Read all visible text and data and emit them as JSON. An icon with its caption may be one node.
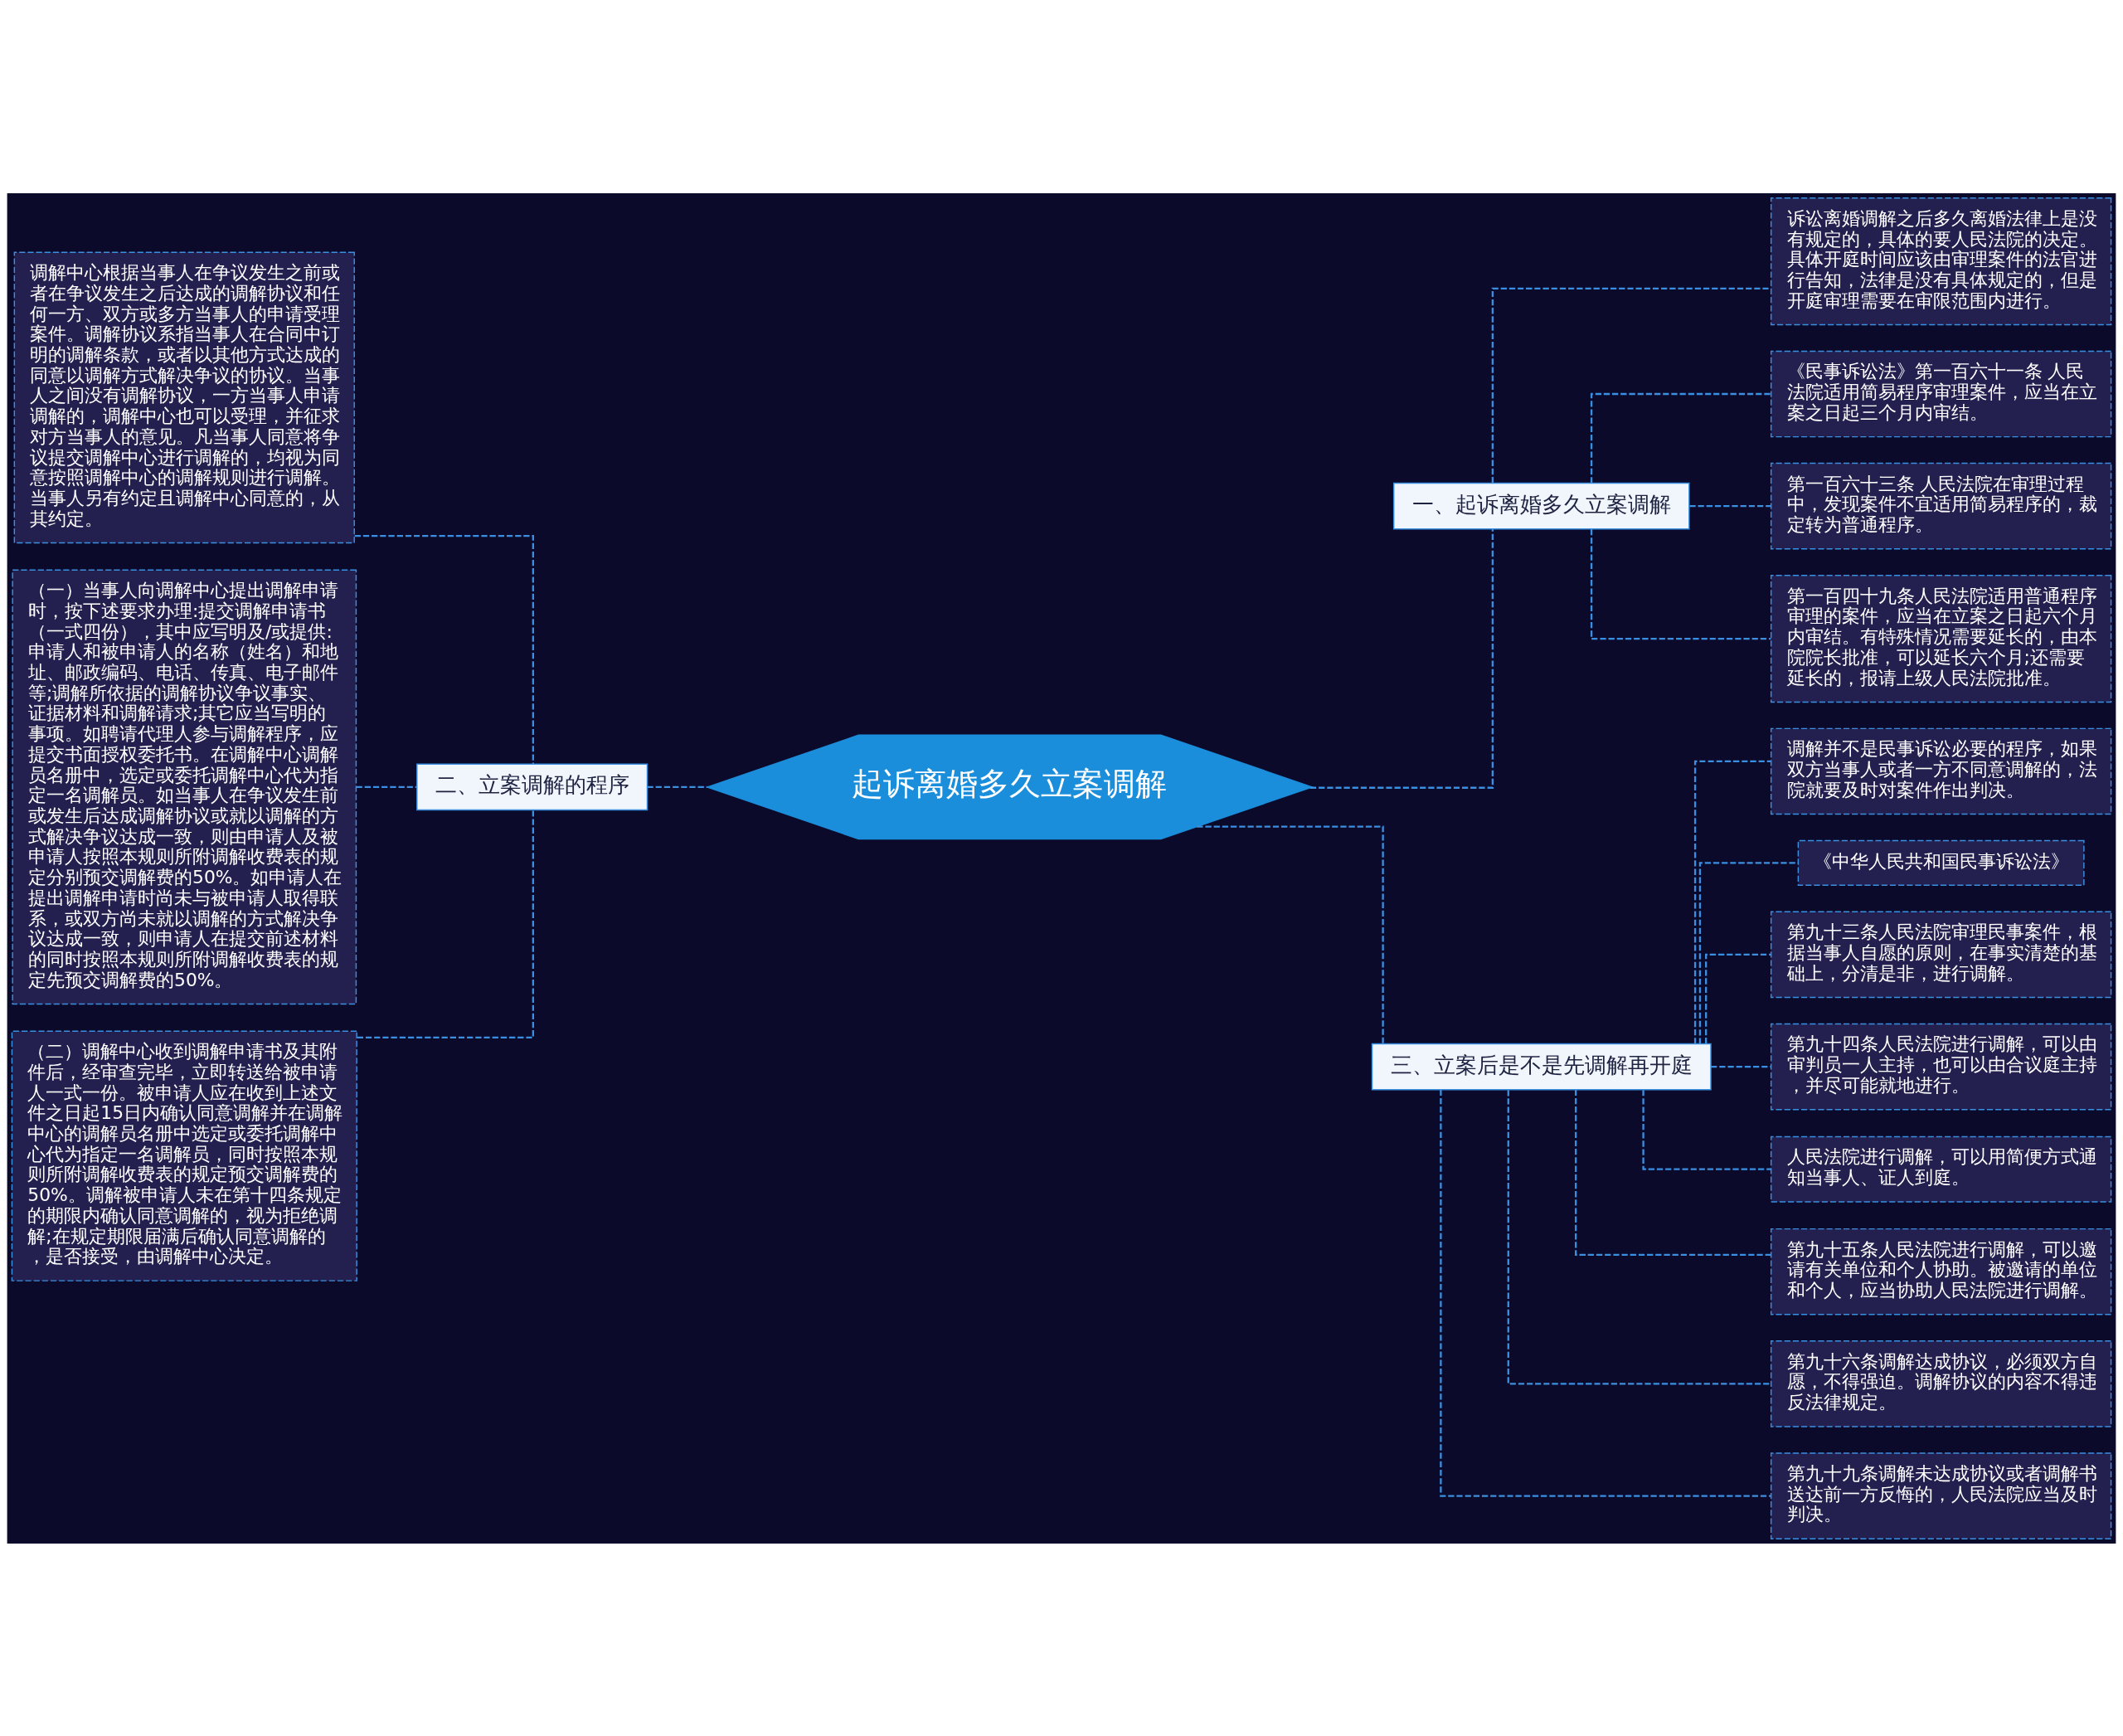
{
  "diagram": {
    "nodes": [
      {
        "text": [
          "起诉离婚多久立案调解"
        ]
      },
      {
        "text": [
          "一、起诉离婚多久立案调解"
        ]
      },
      {
        "text": [
          "诉讼离婚调解之后多久离婚法律上是没有规定的，具体的要人民法院的决定。具体开庭时间应该由审理案件的法官进行告知，法律是没有具体规定的，但是开庭审理需要在审限范围内进行。"
        ]
      },
      {
        "text": [
          "《民事诉讼法》第一百六十一条 人民法院适用简易程序审理案件，应当在立案之日起三个月内审结。"
        ]
      },
      {
        "text": [
          "第一百六十三条 人民法院在审理过程中，发现案件不宜适用简易程序的，裁定转为普通程序。"
        ]
      },
      {
        "text": [
          "第一百四十九条人民法院适用普通程序审理的案件，应当在立案之日起六个月内审结。有特殊情况需要延长的，由本院院长批准，可以延长六个月;还需要延长的，报请上级人民法院批准。"
        ]
      },
      {
        "text": [
          "二、立案调解的程序"
        ]
      },
      {
        "text": [
          "调解中心根据当事人在争议发生之前或者在争议发生之后达成的调解协议和任何一方、双方或多方当事人的申请受理案件。调解协议系指当事人在合同中订明的调解条款，或者以其他方式达成的同意以调解方式解决争议的协议。当事人之间没有调解协议，一方当事人申请调解的，调解中心也可以受理，并征求对方当事人的意见。凡当事人同意将争议提交调解中心进行调解的，均视为同意按照调解中心的调解规则进行调解。当事人另有约定且调解中心同意的，从其约定。"
        ]
      },
      {
        "text": [
          "（一）当事人向调解中心提出调解申请时，按下述要求办理:提交调解申请书（一式四份），其中应写明及/或提供:申请人和被申请人的名称（姓名）和地址、邮政编码、电话、传真、电子邮件等;调解所依据的调解协议争议事实、证据材料和调解请求;其它应当写明的事项。如聘请代理人参与调解程序，应提交书面授权委托书。在调解中心调解员名册中，选定或委托调解中心代为指定一名调解员。如当事人在争议发生前或发生后达成调解协议或就以调解的方式解决争议达成一致，则由申请人及被申请人按照本规则所附调解收费表的规定分别预交调解费的50%。如申请人在提出调解申请时尚未与被申请人取得联系，或双方尚未就以调解的方式解决争议达成一致，则申请人在提交前述材料的同时按照本规则所附调解收费表的规定先预交调解费的50%。"
        ]
      },
      {
        "text": [
          "（二）调解中心收到调解申请书及其附件后，经审查完毕，立即转送给被申请人一式一份。被申请人应在收到上述文件之日起15日内确认同意调解并在调解中心的调解员名册中选定或委托调解中心代为指定一名调解员，同时按照本规则所附调解收费表的规定预交调解费的50%。调解被申请人未在第十四条规定的期限内确认同意调解的，视为拒绝调解;在规定期限届满后确认同意调解的，是否接受，由调解中心决定。"
        ]
      },
      {
        "text": [
          "三、立案后是不是先调解再开庭"
        ]
      },
      {
        "text": [
          "调解并不是民事诉讼必要的程序，如果双方当事人或者一方不同意调解的，法院就要及时对案件作出判决。"
        ]
      },
      {
        "text": [
          "《中华人民共和国民事诉讼法》"
        ]
      },
      {
        "text": [
          "第九十三条人民法院审理民事案件，根据当事人自愿的原则，在事实清楚的基础上，分清是非，进行调解。"
        ]
      },
      {
        "text": [
          "第九十四条人民法院进行调解，可以由审判员一人主持，也可以由合议庭主持，并尽可能就地进行。"
        ]
      },
      {
        "text": [
          "人民法院进行调解，可以用简便方式通知当事人、证人到庭。"
        ]
      },
      {
        "text": [
          "第九十五条人民法院进行调解，可以邀请有关单位和个人协助。被邀请的单位和个人，应当协助人民法院进行调解。"
        ]
      },
      {
        "text": [
          "第九十六条调解达成协议，必须双方自愿，不得强迫。调解协议的内容不得违反法律规定。"
        ]
      },
      {
        "text": [
          "第九十九条调解未达成协议或者调解书送达前一方反悔的，人民法院应当及时判决。"
        ]
      }
    ],
    "edges": [
      {
        "from": 0,
        "to": 1,
        "arrow": "none",
        "style": "dashed"
      },
      {
        "from": 1,
        "to": 2,
        "arrow": "none",
        "style": "dashed"
      },
      {
        "from": 1,
        "to": 3,
        "arrow": "none",
        "style": "dashed"
      },
      {
        "from": 1,
        "to": 4,
        "arrow": "none",
        "style": "dashed"
      },
      {
        "from": 1,
        "to": 5,
        "arrow": "none",
        "style": "dashed"
      },
      {
        "from": 0,
        "to": 6,
        "arrow": "none",
        "style": "dashed"
      },
      {
        "from": 6,
        "to": 7,
        "arrow": "none",
        "style": "dashed"
      },
      {
        "from": 6,
        "to": 8,
        "arrow": "none",
        "style": "dashed"
      },
      {
        "from": 6,
        "to": 9,
        "arrow": "none",
        "style": "dashed"
      },
      {
        "from": 0,
        "to": 10,
        "arrow": "none",
        "style": "dashed"
      },
      {
        "from": 10,
        "to": 11,
        "arrow": "none",
        "style": "dashed"
      },
      {
        "from": 10,
        "to": 12,
        "arrow": "none",
        "style": "dashed"
      },
      {
        "from": 10,
        "to": 13,
        "arrow": "none",
        "style": "dashed"
      },
      {
        "from": 10,
        "to": 14,
        "arrow": "none",
        "style": "dashed"
      },
      {
        "from": 10,
        "to": 15,
        "arrow": "none",
        "style": "dashed"
      },
      {
        "from": 10,
        "to": 16,
        "arrow": "none",
        "style": "dashed"
      },
      {
        "from": 10,
        "to": 17,
        "arrow": "none",
        "style": "dashed"
      },
      {
        "from": 10,
        "to": 18,
        "arrow": "none",
        "style": "dashed"
      }
    ]
  }
}
